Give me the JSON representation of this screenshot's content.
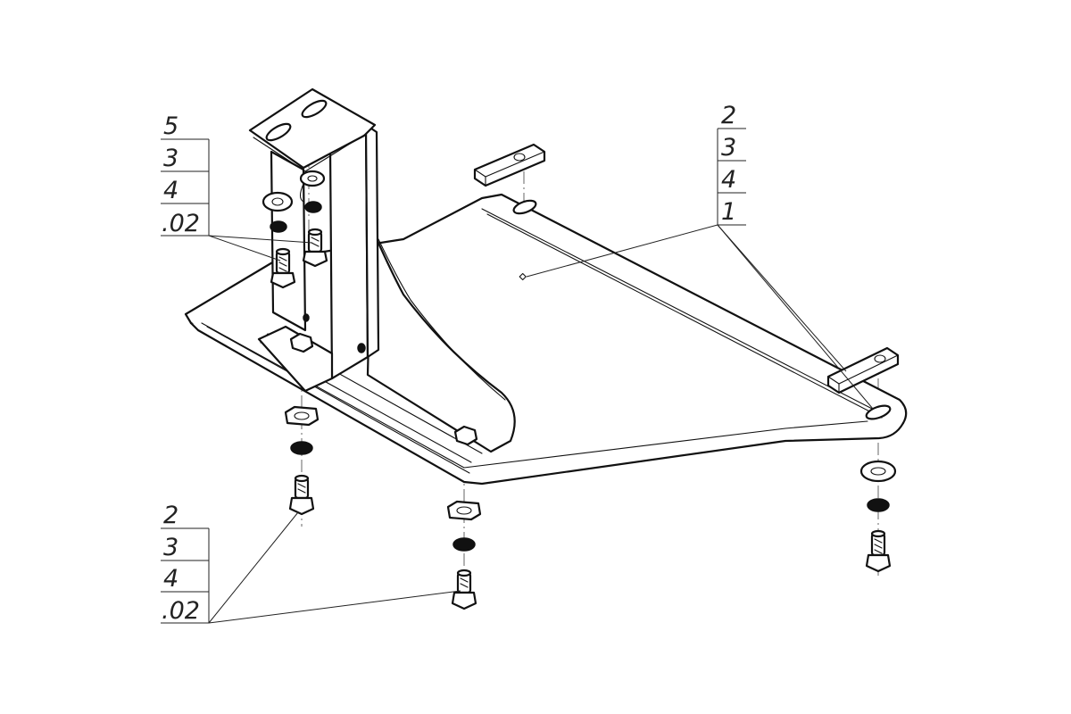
{
  "callouts": {
    "top_left": {
      "numbers": [
        "5",
        "3",
        "4",
        ".02"
      ]
    },
    "top_right": {
      "numbers": [
        "2",
        "3",
        "4",
        "1"
      ]
    },
    "bottom_left": {
      "numbers": [
        "2",
        "3",
        "4",
        ".02"
      ]
    }
  },
  "colors": {
    "line": "#111111",
    "background": "#ffffff"
  }
}
